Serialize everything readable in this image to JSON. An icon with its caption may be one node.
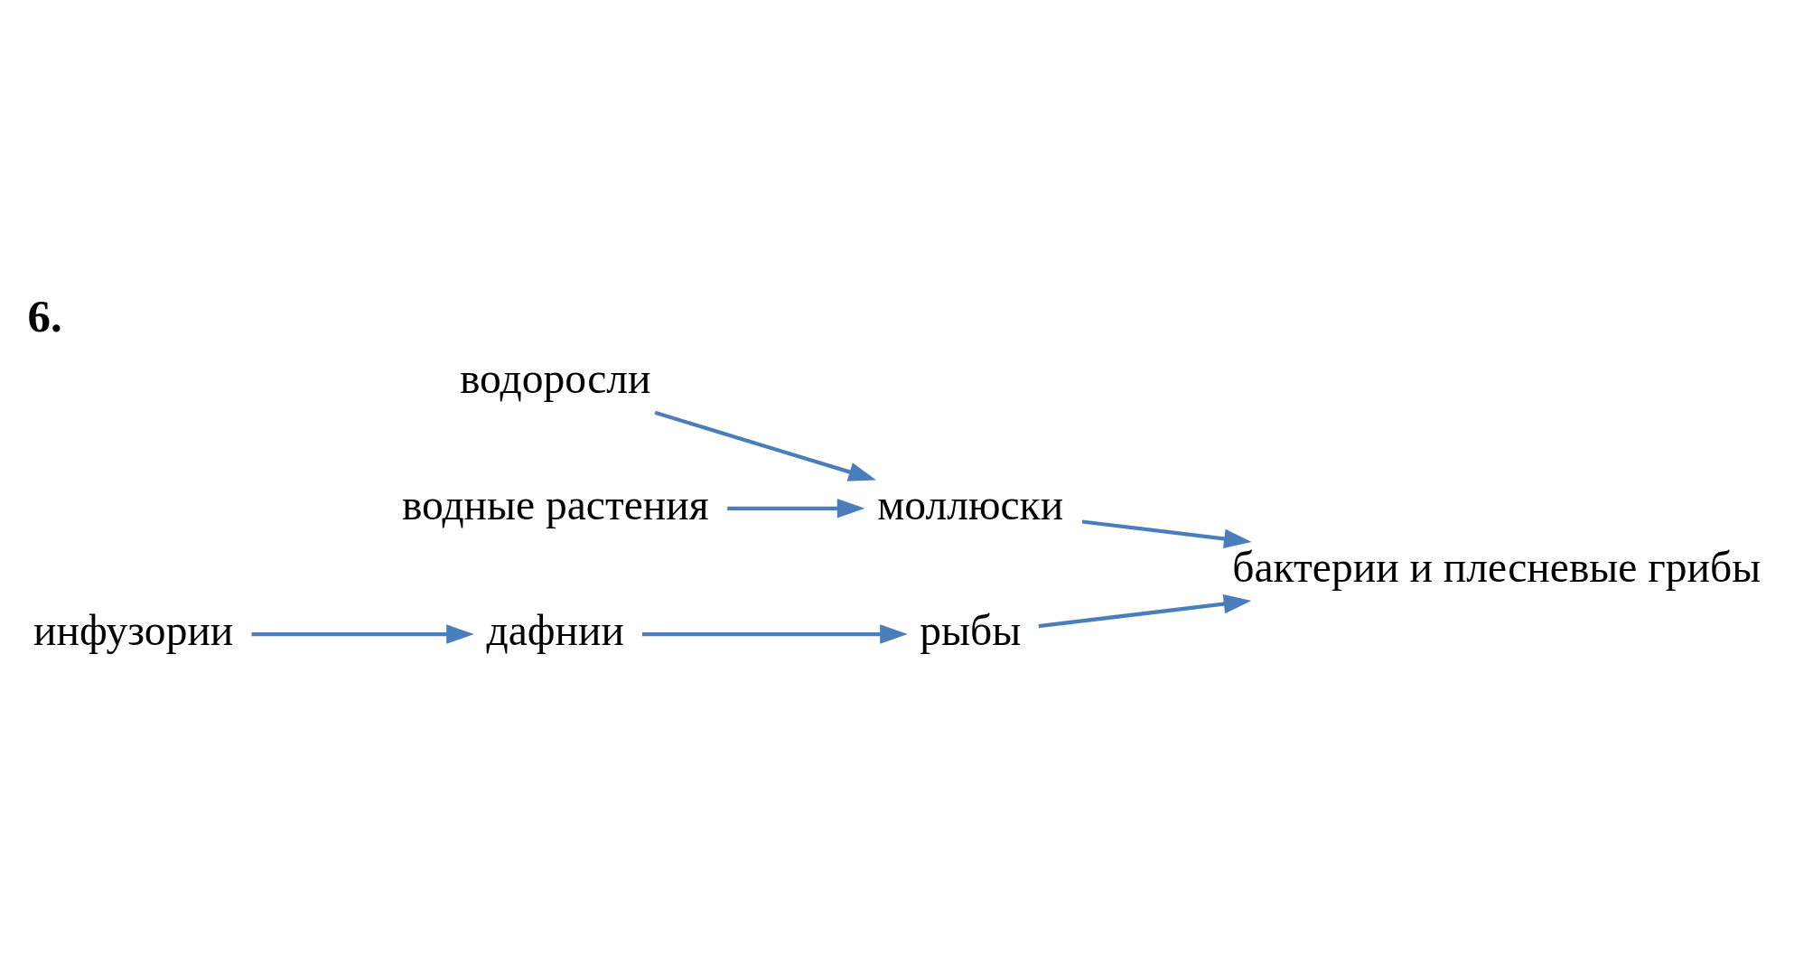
{
  "diagram": {
    "title": "6.",
    "nodes": [
      {
        "text": [
          "водоросли"
        ]
      },
      {
        "text": [
          "моллюски"
        ]
      },
      {
        "text": [
          "водные растения"
        ]
      },
      {
        "text": [
          "бактерии и плесневые грибы"
        ]
      },
      {
        "text": [
          "рыбы"
        ]
      },
      {
        "text": [
          "инфузории"
        ]
      },
      {
        "text": [
          "дафнии"
        ]
      }
    ],
    "edges": [
      {
        "from": 0,
        "to": 1,
        "arrow": "to"
      },
      {
        "from": 2,
        "to": 1,
        "arrow": "to"
      },
      {
        "from": 1,
        "to": 3,
        "arrow": "to"
      },
      {
        "from": 4,
        "to": 3,
        "arrow": "to"
      },
      {
        "from": 5,
        "to": 6,
        "arrow": "to"
      },
      {
        "from": 6,
        "to": 4,
        "arrow": "to"
      }
    ]
  }
}
